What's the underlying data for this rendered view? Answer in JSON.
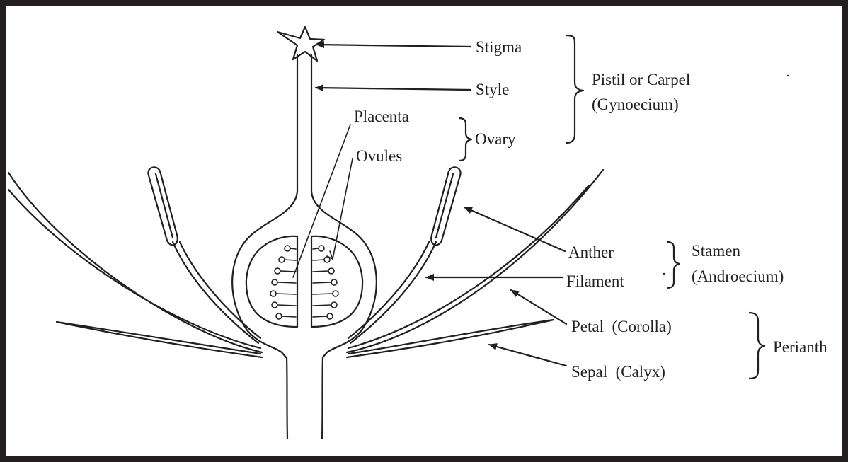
{
  "labels": {
    "stigma": "Stigma",
    "style": "Style",
    "pistil": "Pistil or Carpel",
    "gynoecium": "(Gynoecium)",
    "placenta": "Placenta",
    "ovules": "Ovules",
    "ovary": "Ovary",
    "anther": "Anther",
    "filament": "Filament",
    "stamen": "Stamen",
    "androecium": "(Androecium)",
    "petal": "Petal  (Corolla)",
    "sepal": "Sepal  (Calyx)",
    "perianth": "Perianth"
  },
  "colors": {
    "ink": "#231f20",
    "border": "#231f20",
    "background": "#ffffff"
  }
}
